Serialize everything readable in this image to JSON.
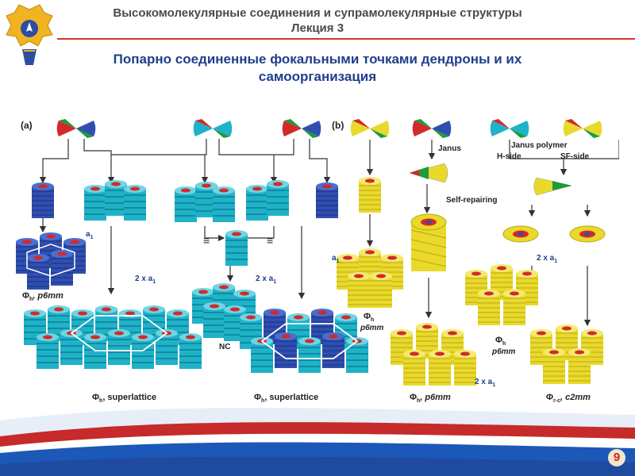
{
  "header": {
    "line1": "Высокомолекулярные соединения и супрамолекулярные структуры",
    "line2": "Лекция 3"
  },
  "title": {
    "line1": "Попарно соединенные фокальными точками дендроны и их",
    "line2": "самоорганизация"
  },
  "figure": {
    "panel_a_label": "(a)",
    "panel_b_label": "(b)",
    "label_a1_left": "a",
    "label_a1_sub": "1",
    "label_phi_left": "Φ",
    "label_phi_sub": "h",
    "label_p6mm": ", p6mm",
    "label_2xa1": "2 x a",
    "label_2xa1_sub": "1",
    "label_nc": "NC",
    "label_superlattice": ", superlattice",
    "label_janus": "Janus",
    "label_janus_polymer": "Janus polymer",
    "label_hside": "H-side",
    "label_sfside": "SF-side",
    "label_self_repairing": "Self-repairing",
    "label_p6mm_plain": "p6mm",
    "label_phi_rc_sub": "r-c",
    "label_c2mm": ", c2mm",
    "eq": "≡"
  },
  "colors": {
    "accent_red": "#d9322b",
    "title_blue": "#1f3f8c",
    "disc_blue": "#2f4fb0",
    "disc_cyan": "#1fb2c8",
    "disc_yellow": "#e9d92b",
    "wedge_red": "#d22a2a",
    "wedge_green": "#1e9a3b"
  },
  "icons": [
    "university-emblem-icon"
  ],
  "page_number": "9"
}
